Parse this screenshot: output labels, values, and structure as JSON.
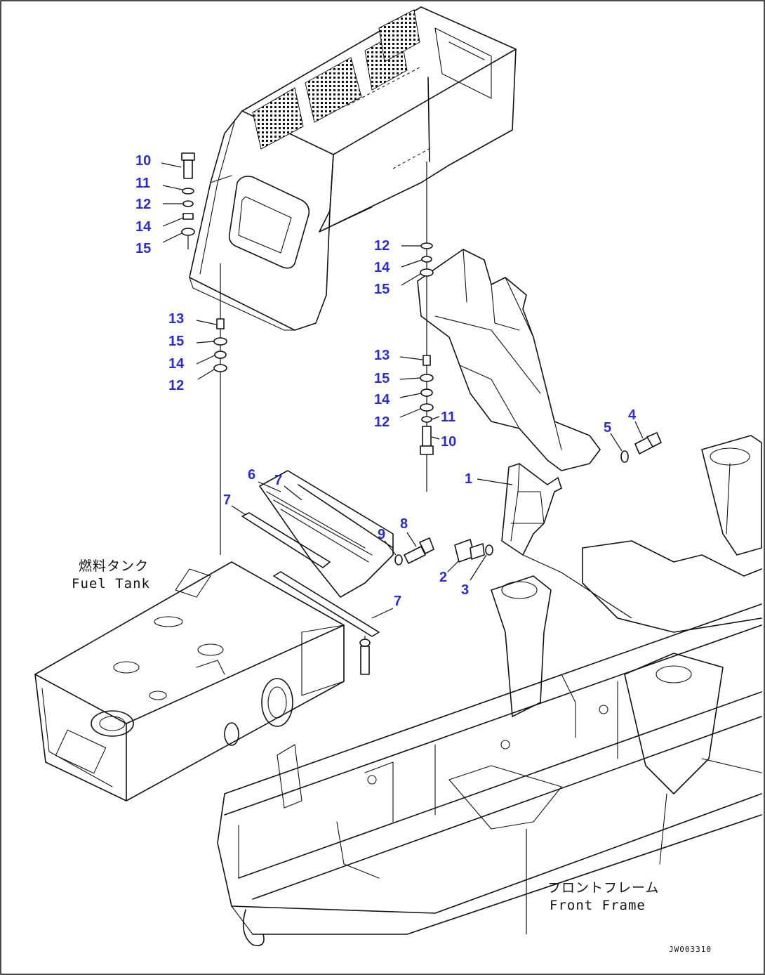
{
  "drawing": {
    "labels": {
      "fuel_tank_jp": "燃料タンク",
      "fuel_tank_en": "Fuel Tank",
      "front_frame_jp": "フロントフレーム",
      "front_frame_en": "Front Frame",
      "drawing_code": "JW003310"
    },
    "callouts": [
      {
        "id": "c10a",
        "text": "10"
      },
      {
        "id": "c11a",
        "text": "11"
      },
      {
        "id": "c12a",
        "text": "12"
      },
      {
        "id": "c14a",
        "text": "14"
      },
      {
        "id": "c15a",
        "text": "15"
      },
      {
        "id": "c13a",
        "text": "13"
      },
      {
        "id": "c15b",
        "text": "15"
      },
      {
        "id": "c14b",
        "text": "14"
      },
      {
        "id": "c12b",
        "text": "12"
      },
      {
        "id": "c12c",
        "text": "12"
      },
      {
        "id": "c14c",
        "text": "14"
      },
      {
        "id": "c15c",
        "text": "15"
      },
      {
        "id": "c13b",
        "text": "13"
      },
      {
        "id": "c15d",
        "text": "15"
      },
      {
        "id": "c14d",
        "text": "14"
      },
      {
        "id": "c12d",
        "text": "12"
      },
      {
        "id": "c11b",
        "text": "11"
      },
      {
        "id": "c10b",
        "text": "10"
      },
      {
        "id": "c5",
        "text": "5"
      },
      {
        "id": "c4",
        "text": "4"
      },
      {
        "id": "c1",
        "text": "1"
      },
      {
        "id": "c7a",
        "text": "7"
      },
      {
        "id": "c6",
        "text": "6"
      },
      {
        "id": "c7b",
        "text": "7"
      },
      {
        "id": "c9",
        "text": "9"
      },
      {
        "id": "c8",
        "text": "8"
      },
      {
        "id": "c2",
        "text": "2"
      },
      {
        "id": "c3",
        "text": "3"
      },
      {
        "id": "c7c",
        "text": "7"
      }
    ]
  }
}
